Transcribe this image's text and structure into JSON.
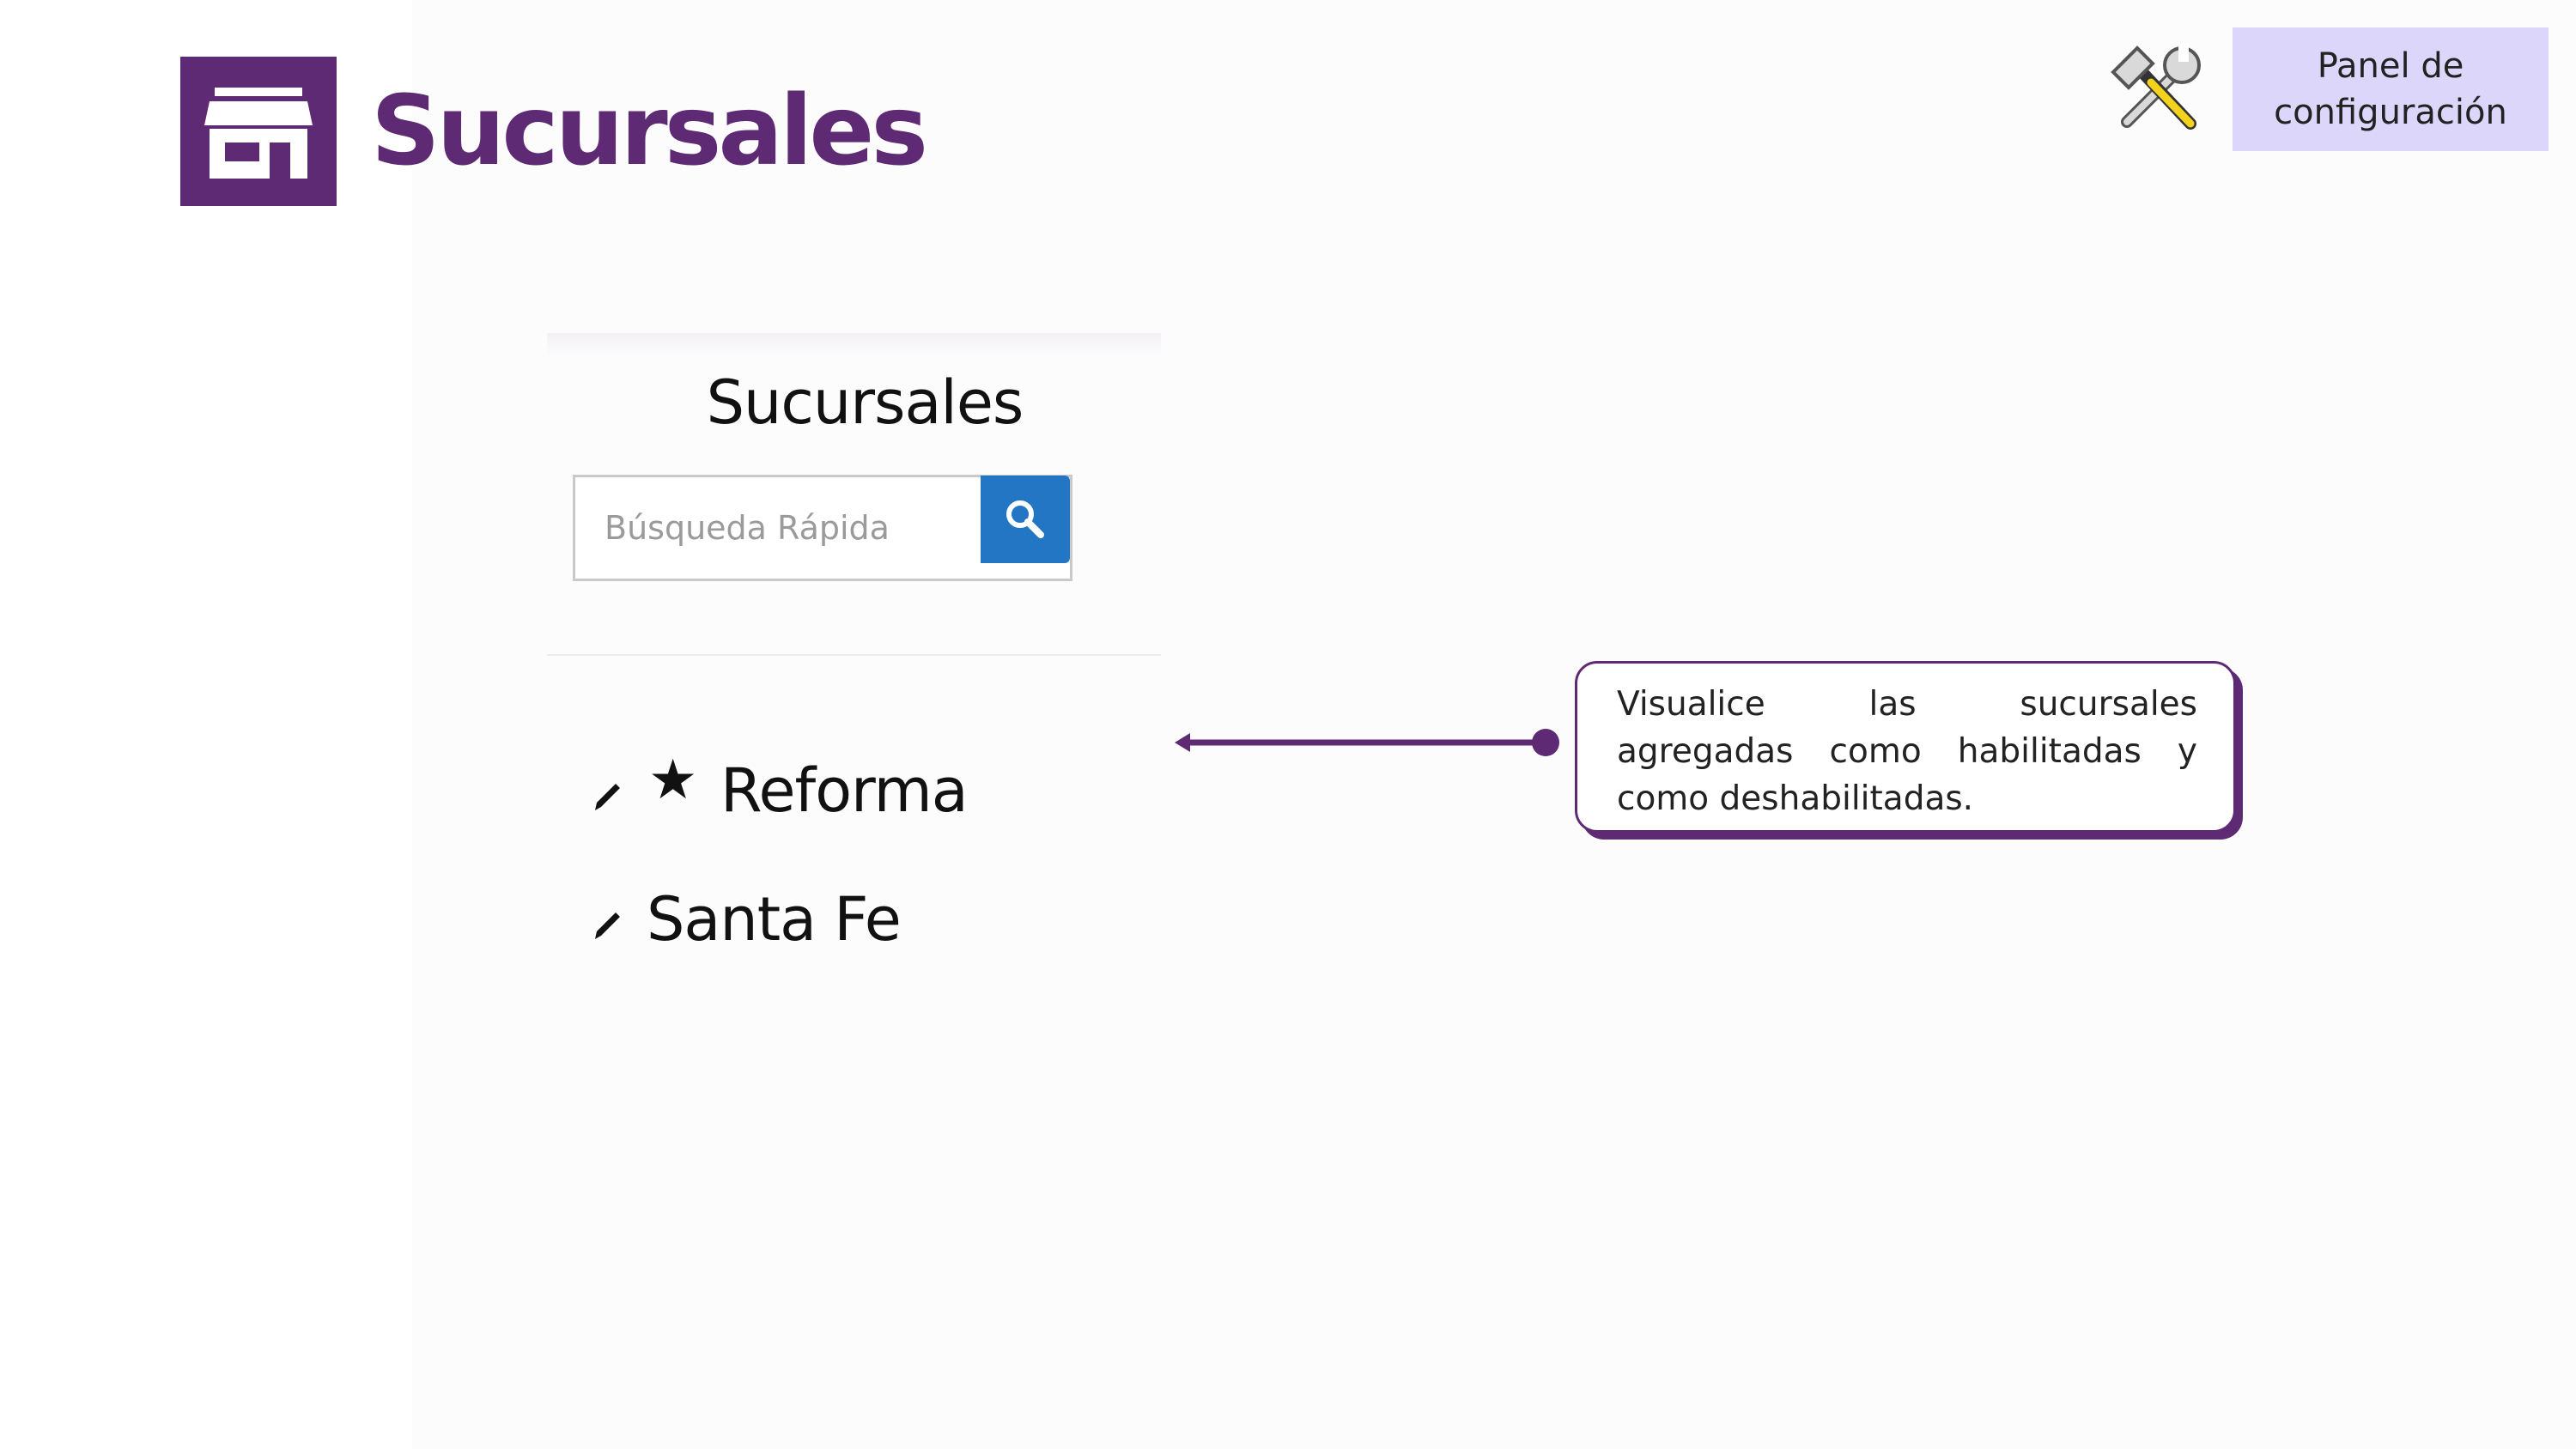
{
  "header": {
    "title": "Sucursales",
    "icon": "store-icon",
    "tools_icon": "tools-icon",
    "config_label": "Panel de configuración",
    "accent_color": "#5d2a73",
    "config_bg_color": "#dcd6fb"
  },
  "panel": {
    "title": "Sucursales",
    "search": {
      "placeholder": "Búsqueda Rápida",
      "value": "",
      "button_icon": "search-icon",
      "button_color": "#2276c4"
    },
    "branches": [
      {
        "name": "Reforma",
        "starred": true,
        "edit_icon": "pencil-icon",
        "star_icon": "star-icon"
      },
      {
        "name": "Santa Fe",
        "starred": false,
        "edit_icon": "pencil-icon"
      }
    ]
  },
  "callout": {
    "text": "Visualice las sucursales agregadas como habilitadas y como deshabilitadas."
  }
}
